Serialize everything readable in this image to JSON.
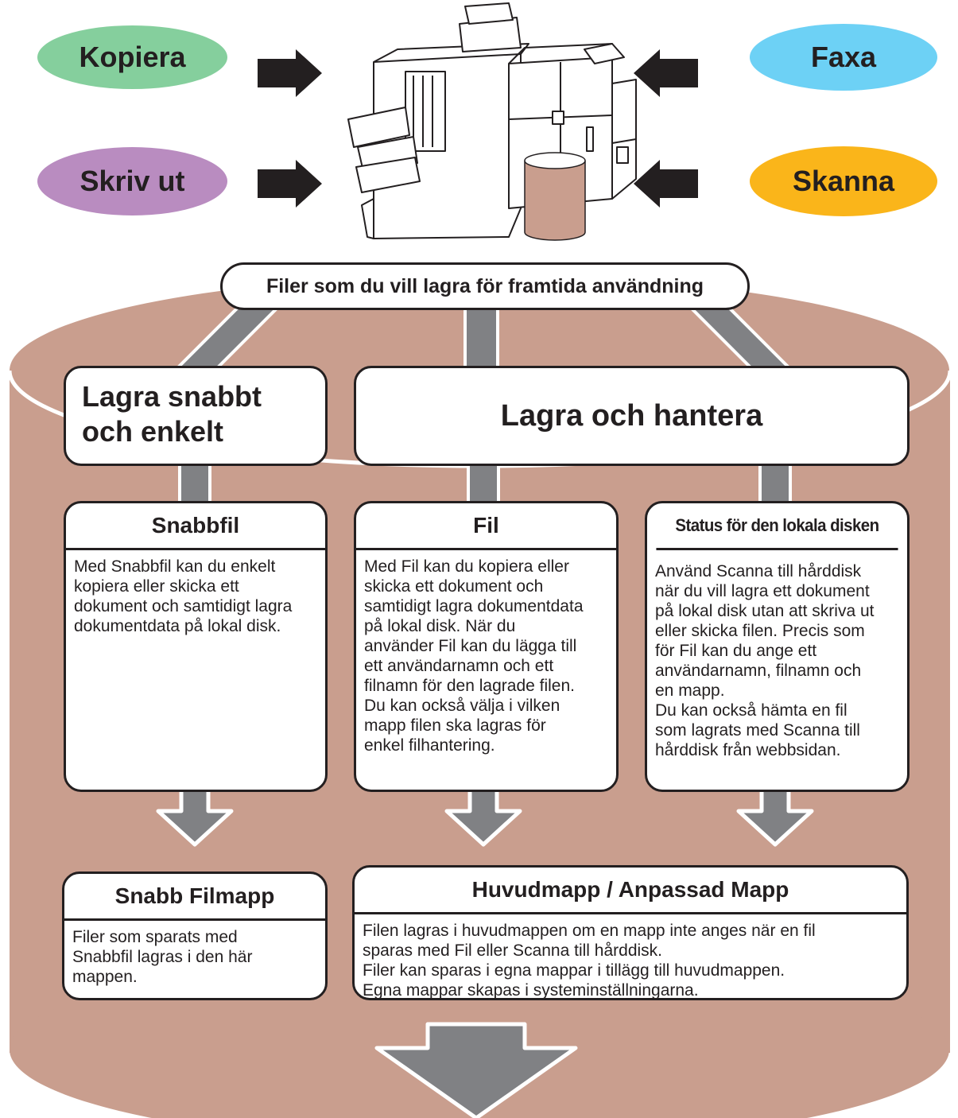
{
  "inputs": [
    {
      "label": "Kopiera",
      "color": "#85cf9d"
    },
    {
      "label": "Skriv ut",
      "color": "#b98cc0"
    },
    {
      "label": "Faxa",
      "color": "#6dd1f5"
    },
    {
      "label": "Skanna",
      "color": "#fab51a"
    }
  ],
  "banner": "Filer som du vill lagra för framtida användning",
  "colors": {
    "drum": "#c99e8e",
    "connector": "#808184",
    "outline": "#231f20"
  },
  "store_quick": {
    "title": "Lagra snabbt\noch enkelt"
  },
  "store_manage": {
    "title": "Lagra och hantera"
  },
  "functions": [
    {
      "title": "Snabbfil",
      "text": "Med Snabbfil kan du enkelt\nkopiera eller skicka ett\ndokument och samtidigt lagra\ndokumentdata på lokal disk."
    },
    {
      "title": "Fil",
      "text": "Med Fil kan du kopiera eller\nskicka ett dokument och\nsamtidigt lagra dokumentdata\npå lokal disk. När du\nanvänder Fil kan du lägga till\nett användarnamn och ett\nfilnamn för den lagrade filen.\nDu kan också välja i vilken\nmapp filen ska lagras för\nenkel filhantering."
    },
    {
      "title": "Status för den lokala disken",
      "text": "Använd Scanna till hårddisk\nnär du vill lagra ett dokument\npå lokal disk utan att skriva ut\neller skicka filen. Precis som\nför Fil kan du ange ett\nanvändarnamn, filnamn och\nen mapp.\nDu kan också hämta en fil\nsom lagrats med Scanna till\nhårddisk från webbsidan."
    }
  ],
  "folders": [
    {
      "title": "Snabb Filmapp",
      "text": "Filer som sparats med\nSnabbfil lagras i den här\nmappen."
    },
    {
      "title": "Huvudmapp / Anpassad Mapp",
      "text": "Filen lagras i huvudmappen om en mapp inte anges när en fil\nsparas med Fil eller Scanna till hårddisk.\nFiler kan sparas i egna mappar i tillägg till huvudmappen.\nEgna mappar skapas i systeminställningarna."
    }
  ],
  "icons": {
    "machine": "multifunction-printer-icon",
    "storage": "hard-disk-icon",
    "arrows": "arrow-icon"
  }
}
